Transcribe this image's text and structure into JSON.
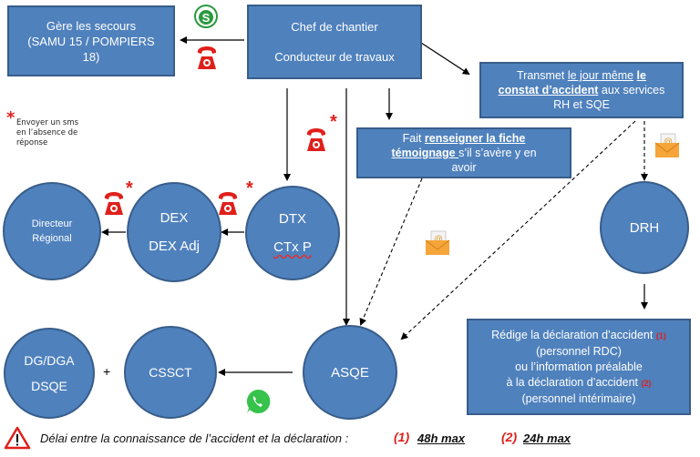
{
  "nodes": {
    "secours": {
      "line1": "Gère les secours",
      "line2": "(SAMU 15 / POMPIERS",
      "line3": "18)"
    },
    "chef": {
      "line1": "Chef de chantier",
      "line2": "Conducteur de travaux"
    },
    "transmet": {
      "pre": "Transmet ",
      "u1": "le jour même",
      "sp": " ",
      "b1": "le",
      "b2": "constat d’accident",
      "post": " aux services",
      "line3": "RH et SQE"
    },
    "fiche": {
      "pre": "Fait ",
      "b1": "renseigner la fiche",
      "b2": "témoignage ",
      "post": "s’il s’avère y en",
      "line3": "avoir"
    },
    "directeur": {
      "line1": "Directeur",
      "line2": "Régional"
    },
    "dex": {
      "line1": "DEX",
      "line2": "DEX Adj"
    },
    "dtx": {
      "line1": "DTX",
      "line2": "CTx P"
    },
    "drh": {
      "label": "DRH"
    },
    "asqe": {
      "label": "ASQE"
    },
    "cssct": {
      "label": "CSSCT"
    },
    "dg": {
      "line1": "DG/DGA",
      "line2": "DSQE"
    },
    "redige": {
      "line1": "Rédige la déclaration d’accident ",
      "ref1": "(1)",
      "line2": "(personnel RDC)",
      "line3": "ou l’information préalable",
      "line4": "à la déclaration d’accident ",
      "ref2": "(2)",
      "line5": "(personnel intérimaire)"
    }
  },
  "plus_sign": "+",
  "note": {
    "star": "*",
    "text1": "Envoyer un sms",
    "text2": "en l’absence de",
    "text3": "réponse"
  },
  "asterisk": "*",
  "footer": {
    "text": "Délai entre la connaissance de l’accident et la déclaration :",
    "ref1": "(1)",
    "val1": "48h max",
    "ref2": "(2)",
    "val2": "24h max"
  },
  "icons": {
    "samu": "samu-logo-icon",
    "phone": "red-telephone-icon",
    "email": "email-envelope-icon",
    "whatsapp": "whatsapp-icon",
    "warning": "warning-triangle-icon"
  },
  "colors": {
    "node_fill": "#4f81bd",
    "node_border": "#385d8a",
    "accent_red": "#e0201b"
  }
}
